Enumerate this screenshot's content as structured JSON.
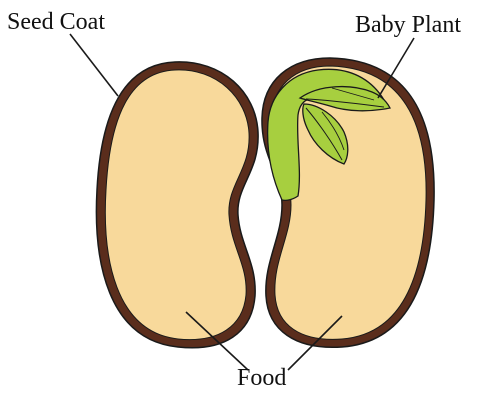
{
  "labels": {
    "seed_coat": "Seed Coat",
    "baby_plant": "Baby Plant",
    "food": "Food"
  },
  "colors": {
    "seed_coat": "#5a2d1c",
    "food": "#f8d99b",
    "baby_plant": "#a7cf3f",
    "outline": "#1a1a1a"
  }
}
